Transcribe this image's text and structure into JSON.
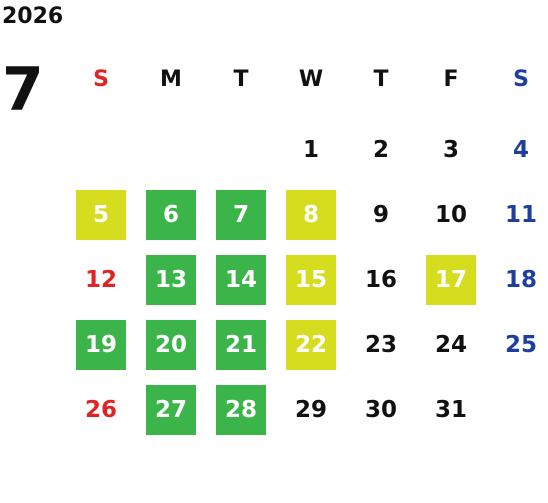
{
  "calendar": {
    "year": "2026",
    "month": "7",
    "weekdays": [
      "S",
      "M",
      "T",
      "W",
      "T",
      "F",
      "S"
    ],
    "colors": {
      "sunday": "#e02424",
      "saturday": "#1f3f9e",
      "weekday": "#111111",
      "green_highlight": "#3bb54a",
      "yellow_highlight": "#d6dc1e"
    },
    "weeks": [
      [
        {
          "day": "",
          "highlight": "none"
        },
        {
          "day": "",
          "highlight": "none"
        },
        {
          "day": "",
          "highlight": "none"
        },
        {
          "day": "1",
          "highlight": "none"
        },
        {
          "day": "2",
          "highlight": "none"
        },
        {
          "day": "3",
          "highlight": "none"
        },
        {
          "day": "4",
          "highlight": "none"
        }
      ],
      [
        {
          "day": "5",
          "highlight": "yellow"
        },
        {
          "day": "6",
          "highlight": "green"
        },
        {
          "day": "7",
          "highlight": "green"
        },
        {
          "day": "8",
          "highlight": "yellow"
        },
        {
          "day": "9",
          "highlight": "none"
        },
        {
          "day": "10",
          "highlight": "none"
        },
        {
          "day": "11",
          "highlight": "none"
        }
      ],
      [
        {
          "day": "12",
          "highlight": "none"
        },
        {
          "day": "13",
          "highlight": "green"
        },
        {
          "day": "14",
          "highlight": "green"
        },
        {
          "day": "15",
          "highlight": "yellow"
        },
        {
          "day": "16",
          "highlight": "none"
        },
        {
          "day": "17",
          "highlight": "yellow"
        },
        {
          "day": "18",
          "highlight": "none"
        }
      ],
      [
        {
          "day": "19",
          "highlight": "green"
        },
        {
          "day": "20",
          "highlight": "green"
        },
        {
          "day": "21",
          "highlight": "green"
        },
        {
          "day": "22",
          "highlight": "yellow"
        },
        {
          "day": "23",
          "highlight": "none"
        },
        {
          "day": "24",
          "highlight": "none"
        },
        {
          "day": "25",
          "highlight": "none"
        }
      ],
      [
        {
          "day": "26",
          "highlight": "none"
        },
        {
          "day": "27",
          "highlight": "green"
        },
        {
          "day": "28",
          "highlight": "green"
        },
        {
          "day": "29",
          "highlight": "none"
        },
        {
          "day": "30",
          "highlight": "none"
        },
        {
          "day": "31",
          "highlight": "none"
        },
        {
          "day": "",
          "highlight": "none"
        }
      ]
    ]
  }
}
